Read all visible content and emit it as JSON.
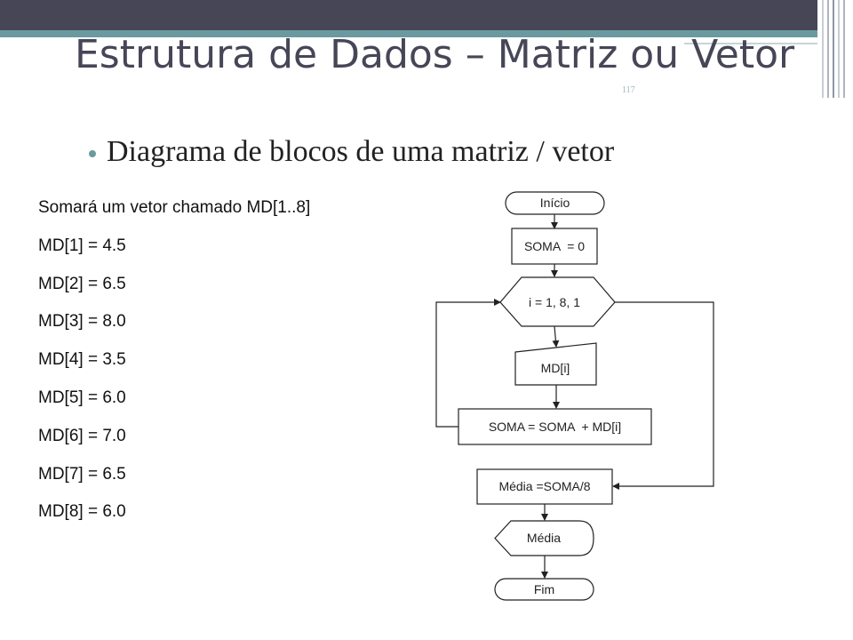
{
  "slide": {
    "title": "Estrutura de Dados – Matriz ou Vetor",
    "page_number": "117",
    "bullet": "Diagrama de blocos de uma matriz / vetor"
  },
  "left_text": {
    "intro": "Somará um vetor chamado MD[1..8]",
    "assignments": [
      "MD[1] = 4.5",
      "MD[2] = 6.5",
      "MD[3] = 8.0",
      "MD[4] = 3.5",
      "MD[5] = 6.0",
      "MD[6] = 7.0",
      "MD[7] = 6.5",
      "MD[8] = 6.0"
    ]
  },
  "flowchart": {
    "start": "Início",
    "init": "SOMA  = 0",
    "loop": "i = 1, 8, 1",
    "input": "MD[i]",
    "accumulate": "SOMA = SOMA  + MD[i]",
    "average": "Média =SOMA/8",
    "output": "Média",
    "end": "Fim"
  },
  "colors": {
    "top_bar": "#464657",
    "accent_teal": "#6a9aa0",
    "title_text": "#464657"
  }
}
